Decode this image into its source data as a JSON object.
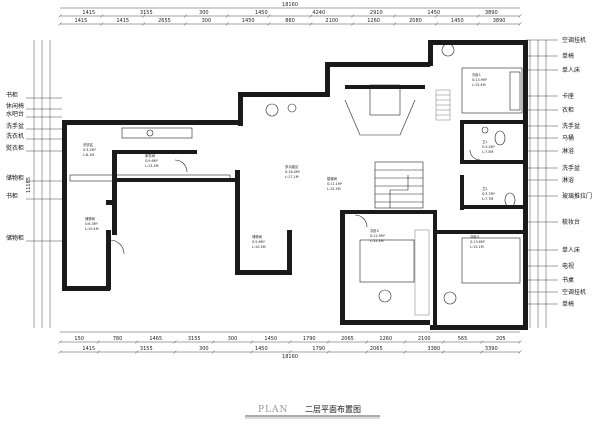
{
  "top_dims": {
    "total": "18160",
    "row1": [
      "1415",
      "3155",
      "300",
      "1450",
      "4240",
      "2910",
      "1450",
      "3890"
    ],
    "row2": [
      "1415",
      "1415",
      "2655",
      "300",
      "1450",
      "880",
      "2100",
      "1260",
      "2080",
      "1450",
      "3890"
    ]
  },
  "bottom_dims": {
    "total": "18160",
    "row1": [
      "150",
      "780",
      "1465",
      "3155",
      "300",
      "1450",
      "1790",
      "2065",
      "1260",
      "2100",
      "565",
      "205"
    ],
    "row2": [
      "1415",
      "3155",
      "300",
      "1450",
      "1790",
      "2065",
      "3380",
      "3390"
    ]
  },
  "left_labels": [
    "书柜",
    "休闲椅",
    "水吧台",
    "洗手盆",
    "洗衣机",
    "熨衣柜",
    "储物柜",
    "书柜",
    "储物柜"
  ],
  "right_labels": [
    "空调挂机",
    "单椅",
    "单人床",
    "卡座",
    "衣柜",
    "洗手盆",
    "马桶",
    "淋浴",
    "洗手盆",
    "淋浴",
    "玻璃推拉门",
    "梳妆台",
    "单人床",
    "电视",
    "书桌",
    "空调挂机",
    "单椅"
  ],
  "left_total": "11185",
  "rooms": [
    {
      "name": "次卧1",
      "area": "S:13.9M²",
      "perim": "L:15.4M"
    },
    {
      "name": "卫1",
      "area": "S:3.2M²",
      "perim": "L:7.5M"
    },
    {
      "name": "卫2",
      "area": "S:3.7M²",
      "perim": "L:7.7M"
    },
    {
      "name": "次卧2",
      "area": "S:12.9M²",
      "perim": "L:15.3M"
    },
    {
      "name": "次卧3",
      "area": "S:13.6M²",
      "perim": "L:15.1M"
    },
    {
      "name": "多功能区",
      "area": "S:16.4M²",
      "perim": "L:17.1M"
    },
    {
      "name": "楼梯间",
      "area": "S:11.1M²",
      "perim": "L:15.3M"
    },
    {
      "name": "家务间",
      "area": "S:9.6M²",
      "perim": "L:13.3M"
    },
    {
      "name": "洗衣区",
      "area": "S:3.2M²",
      "perim": "L:8.1M"
    },
    {
      "name": "储物间",
      "area": "S:6.3M²",
      "perim": "L:10.4M"
    },
    {
      "name": "储物间",
      "area": "S:5.6M²",
      "perim": "L:10.3M"
    }
  ],
  "title": {
    "en": "PLAN",
    "cn": "二层平面布置图"
  }
}
